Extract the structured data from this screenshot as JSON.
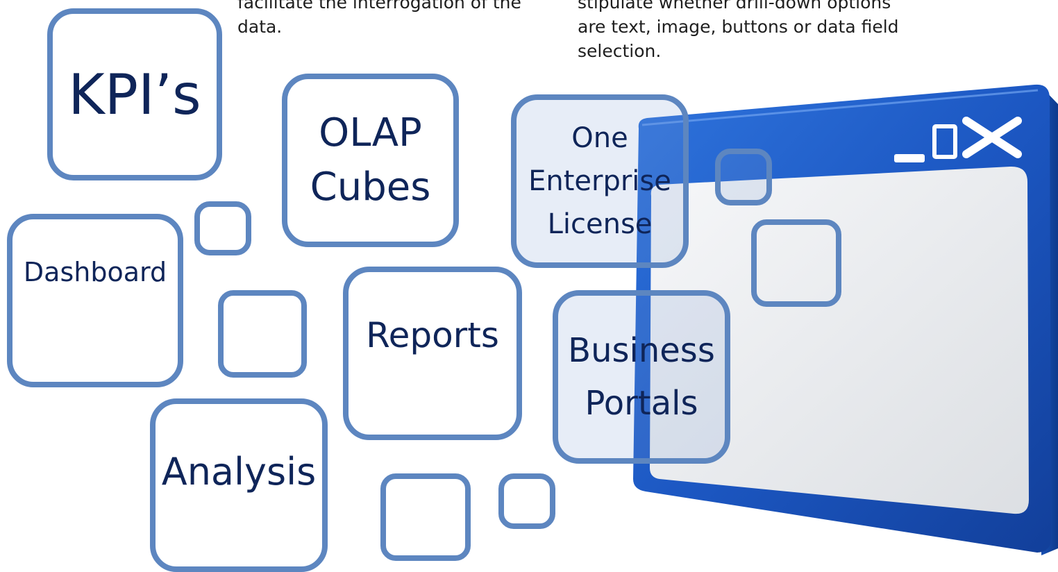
{
  "captions": {
    "left": "facilitate the interrogation of the data.",
    "right": "stipulate whether drill-down options are text, image, buttons or data field selection."
  },
  "boxes": {
    "kpis": "KPI’s",
    "olap": "OLAP Cubes",
    "one_enterprise": "One Enterprise License",
    "dashboard": "Dashboard",
    "reports": "Reports",
    "business_portals": "Business Portals",
    "analysis": "Analysis"
  },
  "window_icons": {
    "minimize": "minimize-icon",
    "maximize": "maximize-icon",
    "close": "close-icon"
  },
  "colors": {
    "box_border": "#5d86c0",
    "box_text": "#0f2559",
    "window_frame": "#1e5bc6",
    "window_pane": "#eef0f2"
  }
}
